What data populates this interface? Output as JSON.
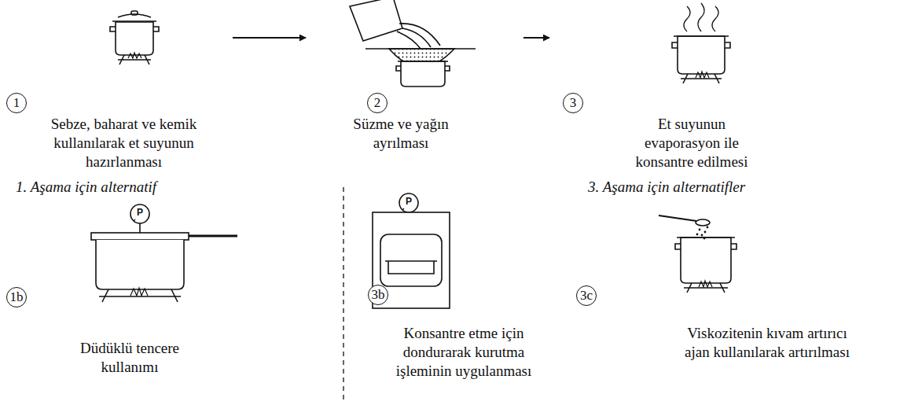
{
  "diagram": {
    "nodes": [
      {
        "text": [
          "1",
          "Sebze, baharat ve kemik kullanılarak et suyunun hazırlanması"
        ]
      },
      {
        "text": [
          "2",
          "Süzme ve yağın ayrılması"
        ]
      },
      {
        "text": [
          "3",
          "Et suyunun evaporasyon ile konsantre edilmesi"
        ]
      },
      {
        "text": [
          "1b",
          "Düdüklü tencere kullanımı"
        ]
      },
      {
        "text": [
          "3b",
          "Konsantre etme için dondurarak kurutma işleminin uygulanması"
        ]
      },
      {
        "text": [
          "3c",
          "Viskozitenin kıvam artırıcı ajan kullanılarak artırılması"
        ]
      }
    ],
    "edges": [
      {
        "from": 0,
        "to": 1,
        "arrow": "to"
      },
      {
        "from": 1,
        "to": 2,
        "arrow": "to"
      }
    ],
    "labels": [
      "1. Aşama için alternatif",
      "3. Aşama için alternatifler",
      "P",
      "P"
    ]
  }
}
